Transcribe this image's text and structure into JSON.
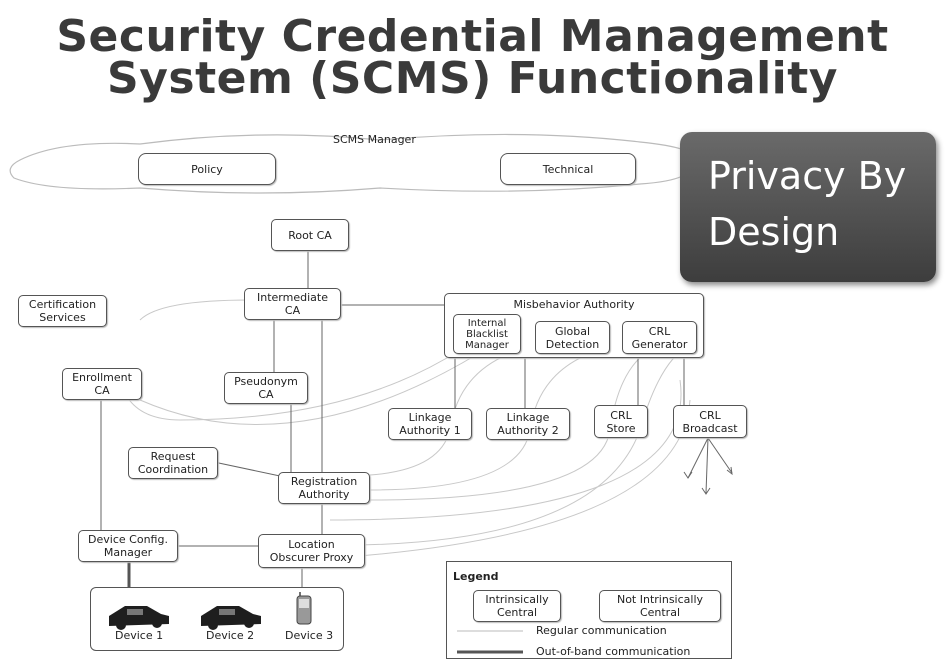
{
  "title": {
    "line1": "Security Credential  Management",
    "line2": "System (SCMS) Functionality"
  },
  "badge": "Privacy By\nDesign",
  "diagram": {
    "manager_label": "SCMS Manager",
    "policy": "Policy",
    "technical": "Technical",
    "root_ca": "Root CA",
    "intermediate_ca": "Intermediate\nCA",
    "certification_services": "Certification\nServices",
    "enrollment_ca": "Enrollment\nCA",
    "pseudonym_ca": "Pseudonym\nCA",
    "misbehavior_authority": "Misbehavior Authority",
    "internal_blacklist_manager": "Internal\nBlacklist\nManager",
    "global_detection": "Global\nDetection",
    "crl_generator": "CRL\nGenerator",
    "linkage_authority_1": "Linkage\nAuthority 1",
    "linkage_authority_2": "Linkage\nAuthority 2",
    "crl_store": "CRL\nStore",
    "crl_broadcast": "CRL\nBroadcast",
    "request_coordination": "Request\nCoordination",
    "registration_authority": "Registration\nAuthority",
    "device_config_manager": "Device Config.\nManager",
    "location_obscurer_proxy": "Location\nObscurer Proxy",
    "device_1": "Device 1",
    "device_2": "Device 2",
    "device_3": "Device 3"
  },
  "legend": {
    "title": "Legend",
    "intrinsically_central": "Intrinsically\nCentral",
    "not_intrinsically_central": "Not Intrinsically\nCentral",
    "regular": "Regular communication",
    "out_of_band": "Out-of-band communication"
  }
}
